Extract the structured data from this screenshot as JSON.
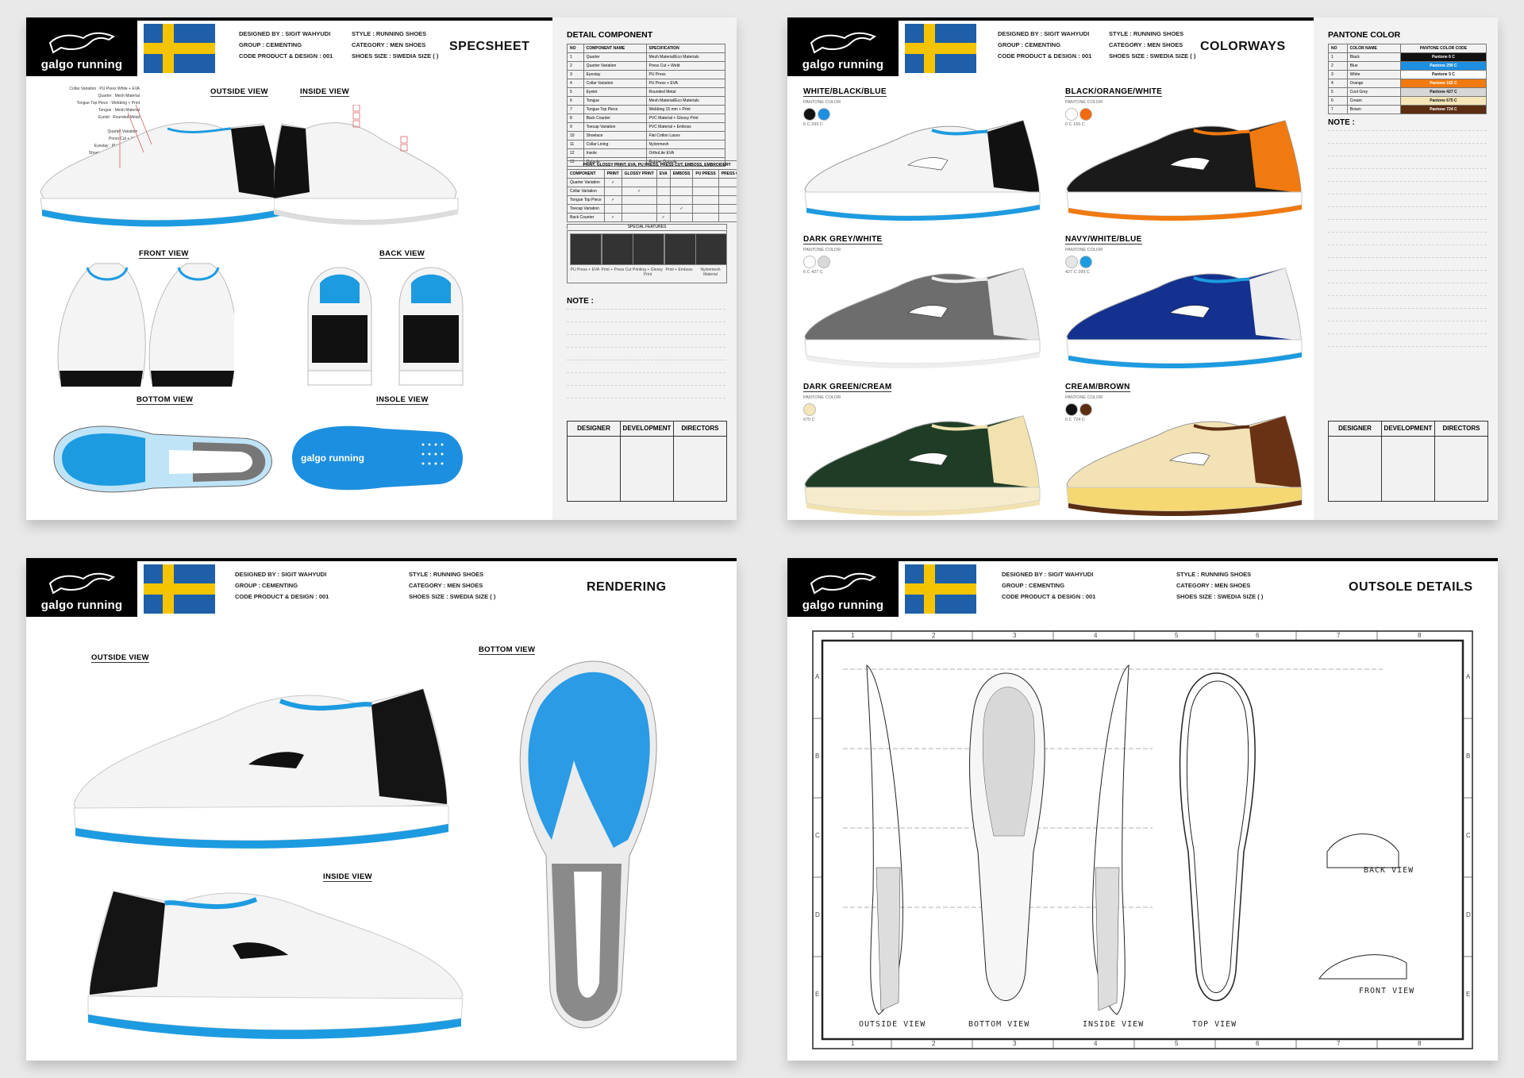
{
  "header": {
    "brand": "galgo running",
    "designed_by": "DESIGNED BY : SIGIT WAHYUDI",
    "group": "GROUP : CEMENTING",
    "code": "CODE PRODUCT & DESIGN : 001",
    "style": "STYLE : RUNNING SHOES",
    "category": "CATEGORY : MEN SHOES",
    "size": "SHOES SIZE : SWEDIA SIZE (   )"
  },
  "specsheet": {
    "title": "SPECSHEET",
    "views": [
      "OUTSIDE VIEW",
      "INSIDE VIEW",
      "FRONT VIEW",
      "BACK VIEW",
      "BOTTOM VIEW",
      "INSOLE VIEW"
    ],
    "insole_brand": "galgo running",
    "panel_title": "DETAIL COMPONENT",
    "component_headers": [
      "NO",
      "COMPONENT NAME",
      "SPECIFICATION"
    ],
    "components": [
      [
        "1",
        "Quarter",
        "Mesh Material/Eco Materials"
      ],
      [
        "2",
        "Quarter Variation",
        "Press Cut + Weld"
      ],
      [
        "3",
        "Eyestay",
        "PU Press"
      ],
      [
        "4",
        "Collar Variation",
        "PU Press + EVA"
      ],
      [
        "5",
        "Eyelet",
        "Rounded Metal"
      ],
      [
        "6",
        "Tongue",
        "Mesh Material/Eco Materials"
      ],
      [
        "7",
        "Tongue Top Piece",
        "Webbing 15 mm + Print"
      ],
      [
        "8",
        "Back Counter",
        "PVC Material + Glossy Print"
      ],
      [
        "9",
        "Toecap Variation",
        "PVC Material + Emboss"
      ],
      [
        "10",
        "Shoelace",
        "Flat Cotton Laces"
      ],
      [
        "11",
        "Collar Lining",
        "Nylonmesh"
      ],
      [
        "12",
        "Insole",
        "OrthoLite EVA"
      ],
      [
        "13",
        "Outsole",
        "Rubber Outsole"
      ]
    ],
    "process_title": "PRINT, GLOSSY PRINT, EVA, PU PRESS, PRESS CUT, EMBOSS, EMBROIDERY",
    "process_headers": [
      "COMPONENT",
      "PRINT",
      "GLOSSY PRINT",
      "EVA",
      "EMBOSS",
      "PU PRESS",
      "PRESS CUT"
    ],
    "process_rows": [
      "Quarter Variation",
      "Collar Variation",
      "Tongue Top Piece",
      "Toecap Variation",
      "Back Counter"
    ],
    "special_title": "SPECIAL FEATURES",
    "features": [
      "PU Press + EVA",
      "Print + Press Cut",
      "Printing + Glossy Print",
      "Print + Emboss",
      "Nylonmesh Material"
    ],
    "note": "NOTE :",
    "sign": [
      "DESIGNER",
      "DEVELOPMENT",
      "DIRECTORS"
    ]
  },
  "colorways": {
    "title": "COLORWAYS",
    "pantone_label": "PANTONE COLOR",
    "items": [
      {
        "name": "WHITE/BLACK/BLUE",
        "codes": "6 C   299 C",
        "upper": "#f4f4f4",
        "accent": "#1d9be0",
        "heel": "#111111",
        "sole": "#ffffff",
        "sw1": "#111111",
        "sw2": "#1d8fe0"
      },
      {
        "name": "BLACK/ORANGE/WHITE",
        "codes": "6 C   165 C",
        "upper": "#1a1a1a",
        "accent": "#f07a10",
        "heel": "#f07a10",
        "sole": "#ffffff",
        "sw1": "#ffffff",
        "sw2": "#f06a10"
      },
      {
        "name": "DARK GREY/WHITE",
        "codes": "6 C   427 C",
        "upper": "#6d6d6d",
        "accent": "#eeeeee",
        "heel": "#e8e8e8",
        "sole": "#ffffff",
        "sw1": "#ffffff",
        "sw2": "#d8d8d8"
      },
      {
        "name": "NAVY/WHITE/BLUE",
        "codes": "427 C   299 C",
        "upper": "#14318f",
        "accent": "#1d9be0",
        "heel": "#eeeeee",
        "sole": "#ffffff",
        "sw1": "#e6e6e6",
        "sw2": "#1d9be0"
      },
      {
        "name": "DARK GREEN/CREAM",
        "codes": "675 C",
        "upper": "#1f3d26",
        "accent": "#f1e2b0",
        "heel": "#f1e2b0",
        "sole": "#f6eccb",
        "sw1": "#f4e6b8",
        "sw2": ""
      },
      {
        "name": "CREAM/BROWN",
        "codes": "6 C   724 C",
        "upper": "#f2e2b5",
        "accent": "#5b2d12",
        "heel": "#6a3214",
        "sole": "#f5d872",
        "sw1": "#111111",
        "sw2": "#5b2d12"
      }
    ],
    "panel_title": "PANTONE COLOR",
    "pantone_headers": [
      "NO",
      "COLOR NAME",
      "PANTONE COLOR CODE"
    ],
    "pantone": [
      {
        "no": "1",
        "name": "Black",
        "code": "Pantone 6 C",
        "color": "#111111",
        "text": "#ffffff"
      },
      {
        "no": "2",
        "name": "Blue",
        "code": "Pantone 299 C",
        "color": "#1d8fe0",
        "text": "#ffffff"
      },
      {
        "no": "3",
        "name": "White",
        "code": "Pantone 5 C",
        "color": "#ffffff",
        "text": "#111111"
      },
      {
        "no": "4",
        "name": "Orange",
        "code": "Pantone 165 C",
        "color": "#f07a10",
        "text": "#ffffff"
      },
      {
        "no": "5",
        "name": "Cool Grey",
        "code": "Pantone 427 C",
        "color": "#d7d7d7",
        "text": "#111111"
      },
      {
        "no": "6",
        "name": "Cream",
        "code": "Pantone 675 C",
        "color": "#f4e6b8",
        "text": "#111111"
      },
      {
        "no": "7",
        "name": "Brown",
        "code": "Pantone 724 C",
        "color": "#5b2d12",
        "text": "#ffffff"
      }
    ],
    "note": "NOTE :",
    "sign": [
      "DESIGNER",
      "DEVELOPMENT",
      "DIRECTORS"
    ]
  },
  "rendering": {
    "title": "RENDERING",
    "outside": "OUTSIDE VIEW",
    "inside": "INSIDE VIEW",
    "bottom": "BOTTOM VIEW"
  },
  "outsole": {
    "title": "OUTSOLE DETAILS",
    "grid_cols": [
      "1",
      "2",
      "3",
      "4",
      "5",
      "6",
      "7",
      "8"
    ],
    "grid_rows": [
      "A",
      "B",
      "C",
      "D",
      "E"
    ],
    "views": [
      "OUTSIDE VIEW",
      "BOTTOM VIEW",
      "INSIDE VIEW",
      "TOP VIEW"
    ],
    "back_view": "BACK VIEW",
    "front_view": "FRONT VIEW"
  },
  "colors": {
    "blue": "#1d9be0",
    "flag_blue": "#1e5fa8",
    "flag_yellow": "#f5c400",
    "black": "#000000"
  }
}
